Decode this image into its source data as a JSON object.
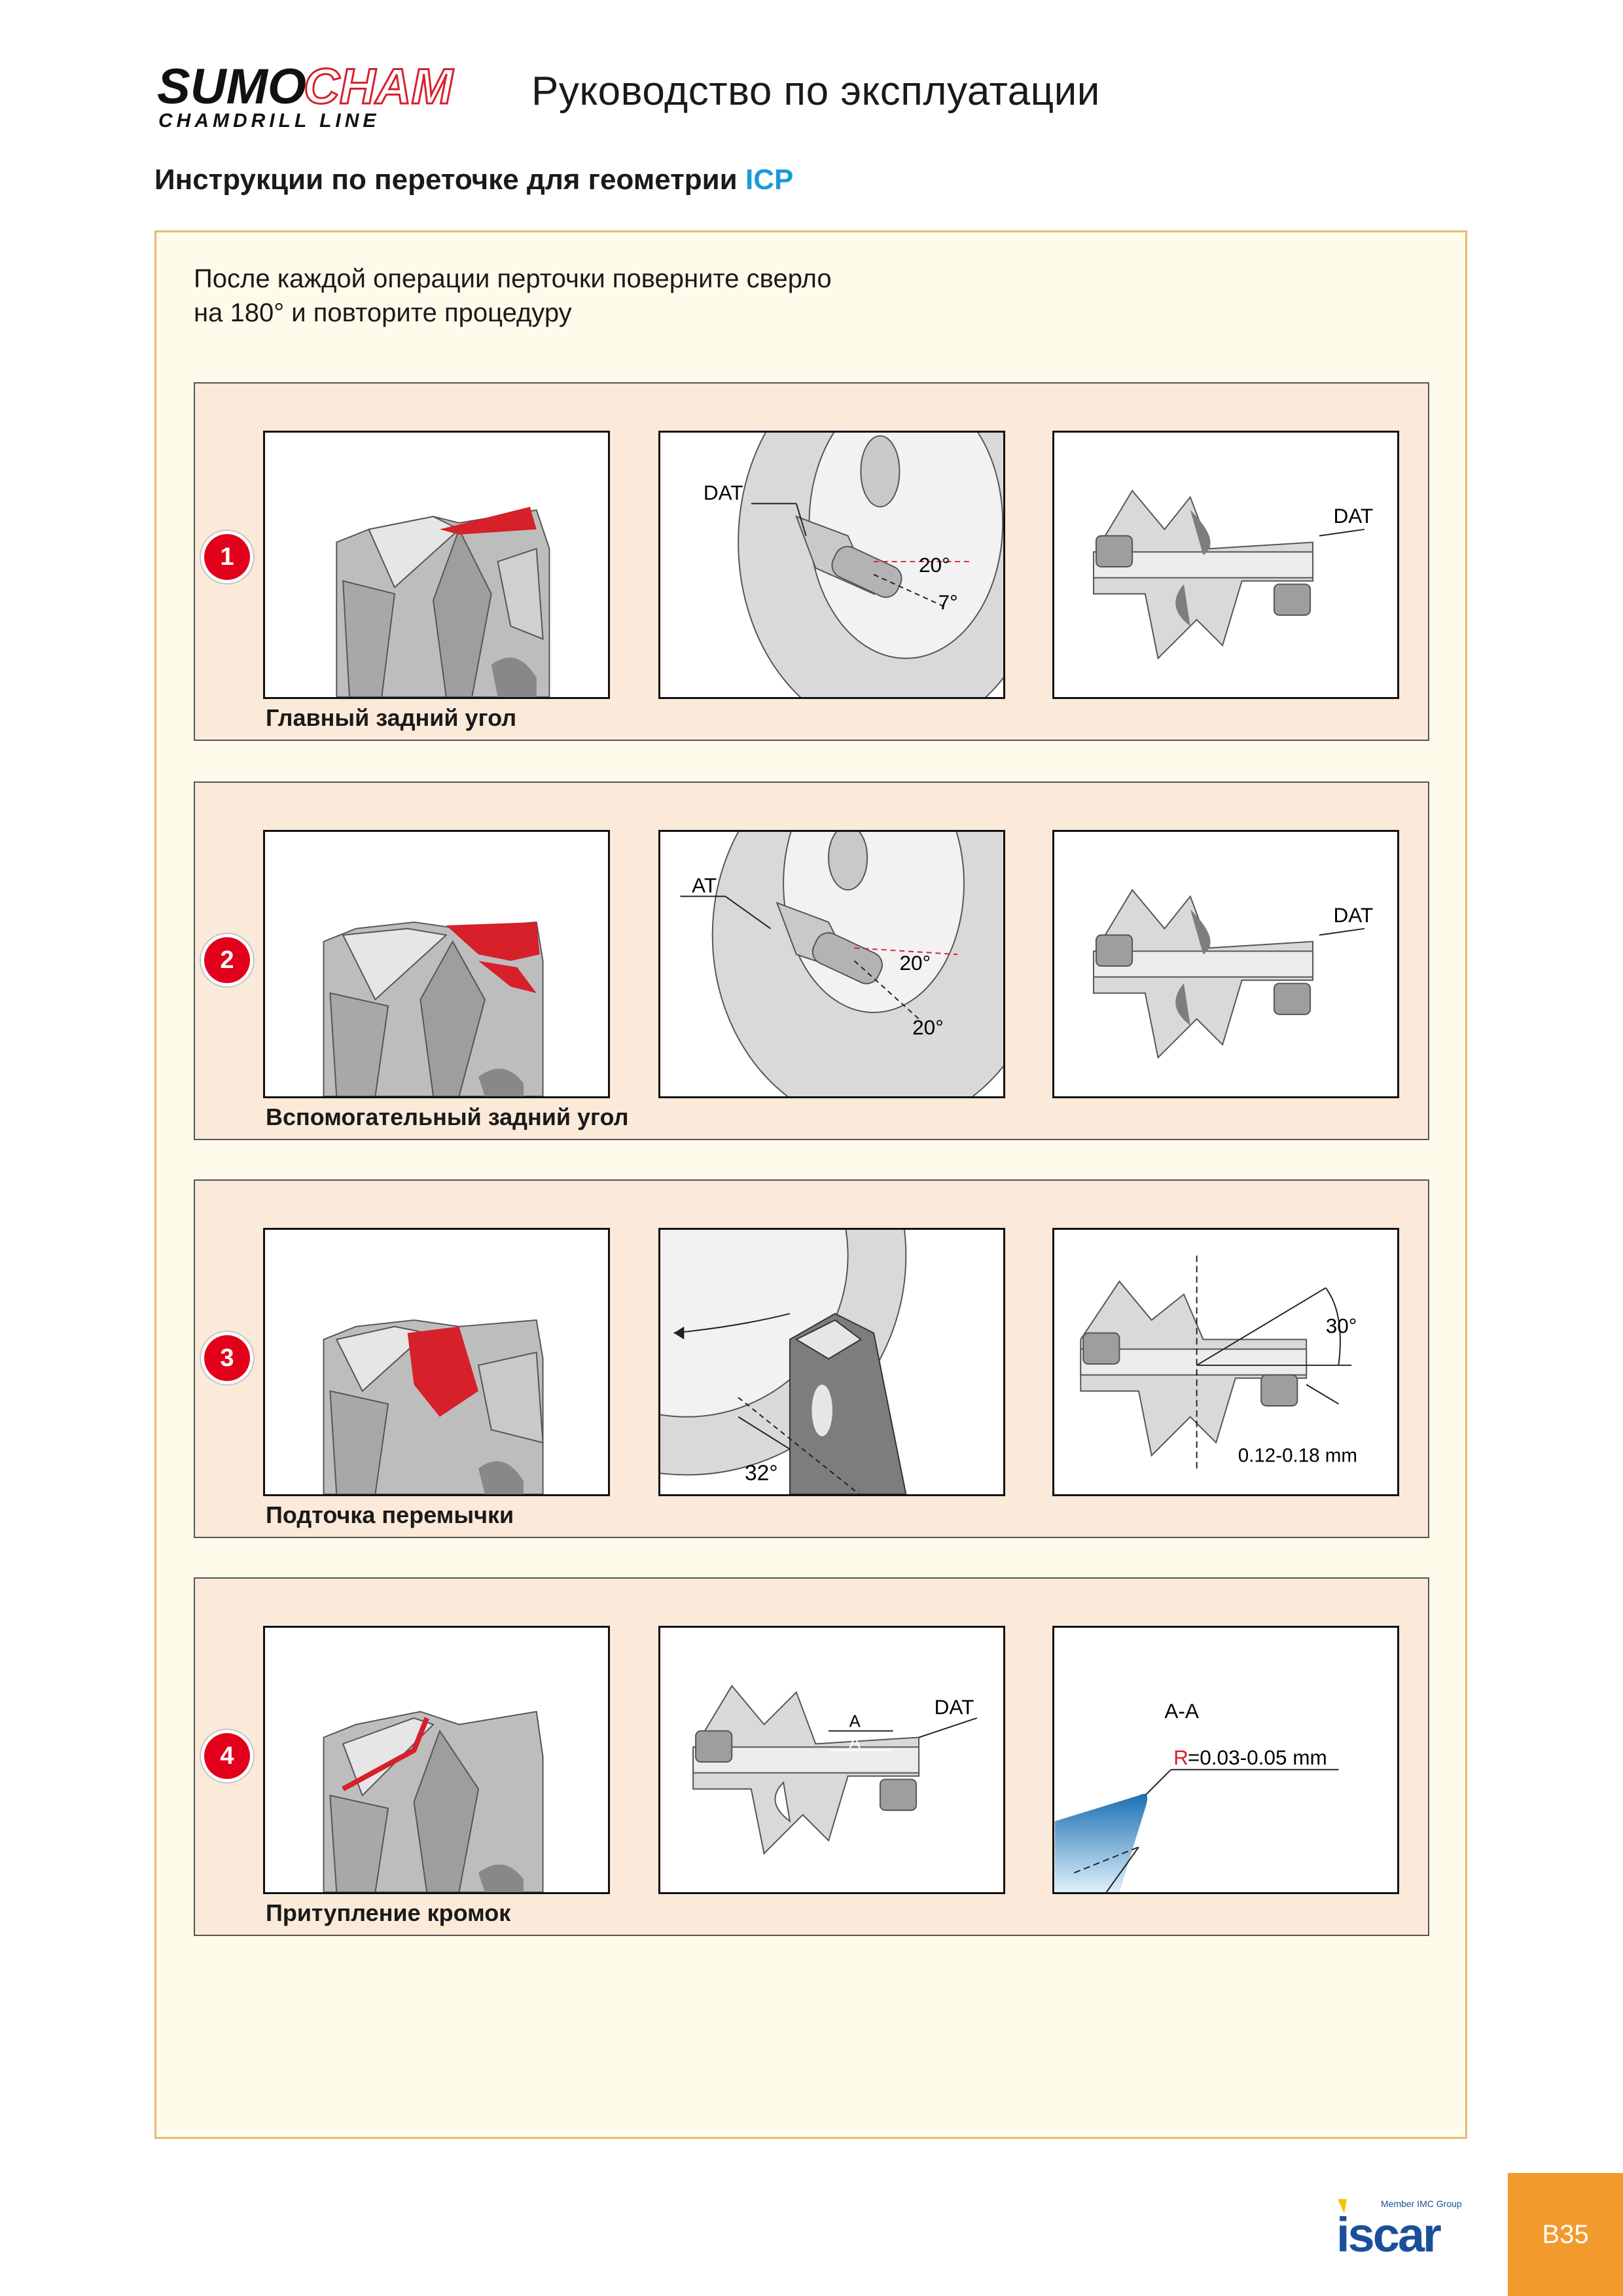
{
  "header": {
    "logo_main_a": "SUMO",
    "logo_main_b": "CHAM",
    "logo_sub": "CHAMDRILL LINE",
    "doc_title": "Руководство по эксплуатации"
  },
  "section": {
    "title_prefix": "Инструкции по переточке для геометрии",
    "title_accent": "ICP"
  },
  "intro": {
    "line1": "После каждой операции перточки поверните сверло",
    "line2": "на 180° и повторите процедуру"
  },
  "steps": [
    {
      "number": "1",
      "caption": "Главный задний угол",
      "fig2": {
        "label": "DAT",
        "angle_a": "20°",
        "angle_b": "7°"
      },
      "fig3": {
        "label": "DAT"
      }
    },
    {
      "number": "2",
      "caption": "Вспомогательный задний угол",
      "fig2": {
        "label": "AT",
        "angle_a": "20°",
        "angle_b": "20°"
      },
      "fig3": {
        "label": "DAT"
      }
    },
    {
      "number": "3",
      "caption": "Подточка перемычки",
      "fig2": {
        "angle": "32°"
      },
      "fig3": {
        "angle": "30°",
        "dimension": "0.12-0.18 mm"
      }
    },
    {
      "number": "4",
      "caption": "Притупление кромок",
      "fig2": {
        "label": "DAT",
        "section_a": "A",
        "section_b": "A"
      },
      "fig3": {
        "section": "A-A",
        "radius_letter": "R",
        "radius_value": "=0.03-0.05 mm"
      }
    }
  ],
  "footer": {
    "member_text": "Member IMC Group",
    "brand": "iscar",
    "page_number": "B35"
  },
  "colors": {
    "accent_blue": "#1a9ad6",
    "badge_red": "#e2001a",
    "highlight_red": "#d6202a",
    "page_tab": "#f39a2c",
    "frame_border": "#e8b872",
    "frame_fill": "#fffbea",
    "panel_fill": "#fbe9d9"
  }
}
